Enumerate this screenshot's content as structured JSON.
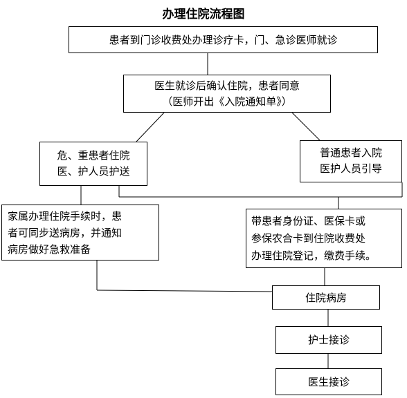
{
  "title": "办理住院流程图",
  "steps": {
    "register": "患者到门诊收费处办理诊疗卡，门、急诊医师就诊",
    "confirm_line1": "医生就诊后确认住院，患者同意",
    "confirm_line2": "（医师开出《入院通知单》）",
    "critical_line1": "危、重患者住院",
    "critical_line2": "医、护人员护送",
    "normal_line1": "普通患者入院",
    "normal_line2": "医护人员引导",
    "family_line1": "家属办理住院手续时，患",
    "family_line2": "者可同步送病房，并通知",
    "family_line3": "病房做好急救准备",
    "billing_line1": "带患者身份证、医保卡或",
    "billing_line2": "参保农合卡到住院收费处",
    "billing_line3": "办理住院登记，缴费手续。",
    "ward": "住院病房",
    "nurse": "护士接诊",
    "doctor": "医生接诊"
  }
}
